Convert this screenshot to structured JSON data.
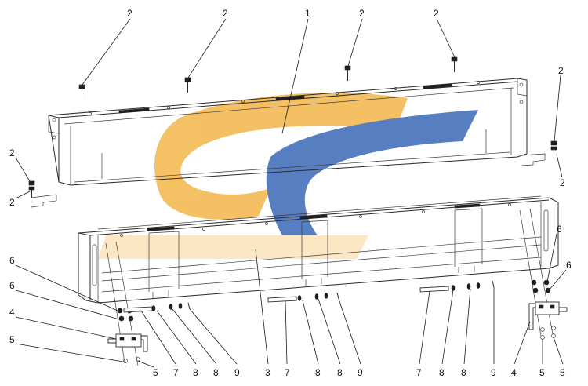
{
  "watermark": {
    "colors": {
      "orange": "#f3b13e",
      "blue": "#2f5fb3",
      "light_orange": "#fbe2b5"
    }
  },
  "callouts": {
    "top_2a": "2",
    "top_2b": "2",
    "top_1": "1",
    "top_2c": "2",
    "top_2d": "2",
    "right_2a": "2",
    "right_2b": "2",
    "left_2a": "2",
    "left_2b": "2",
    "left_6a": "6",
    "left_6b": "6",
    "left_4": "4",
    "left_5": "5",
    "right_6a": "6",
    "right_6b": "6",
    "bottom_5a": "5",
    "bottom_7a": "7",
    "bottom_8a": "8",
    "bottom_8b": "8",
    "bottom_9a": "9",
    "bottom_3": "3",
    "bottom_7b": "7",
    "bottom_8c": "8",
    "bottom_8d": "8",
    "bottom_9b": "9",
    "bottom_7c": "7",
    "bottom_8e": "8",
    "bottom_8f": "8",
    "bottom_9c": "9",
    "bottom_4": "4",
    "bottom_5b": "5",
    "bottom_5c": "5"
  }
}
